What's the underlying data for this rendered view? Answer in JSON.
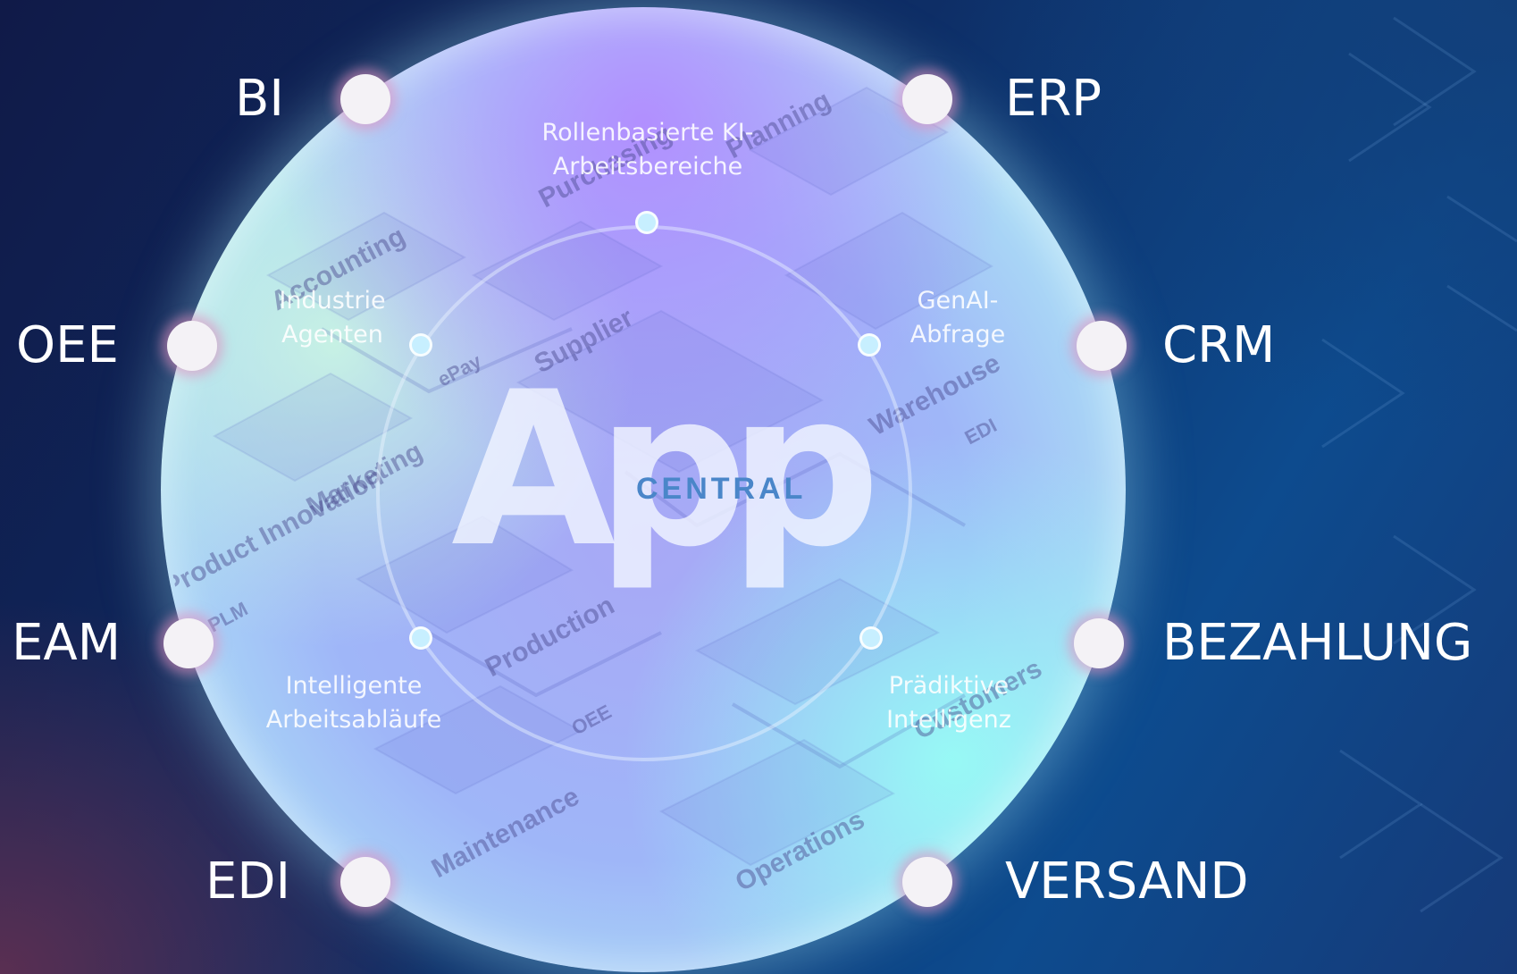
{
  "logo": {
    "main": "App",
    "sub": "CENTRAL"
  },
  "systems": {
    "bi": "BI",
    "erp": "ERP",
    "oee": "OEE",
    "crm": "CRM",
    "eam": "EAM",
    "bezahlung": "BEZAHLUNG",
    "edi": "EDI",
    "versand": "VERSAND"
  },
  "capabilities": {
    "top": {
      "line1": "Rollenbasierte KI-",
      "line2": "Arbeitsbereiche"
    },
    "left_upper": {
      "line1": "Industrie",
      "line2": "Agenten"
    },
    "right_upper": {
      "line1": "GenAI-",
      "line2": "Abfrage"
    },
    "left_lower": {
      "line1": "Intelligente",
      "line2": "Arbeitsabläufe"
    },
    "right_lower": {
      "line1": "Prädiktive",
      "line2": "Intelligenz"
    }
  },
  "background_map_labels": {
    "planning": "Planning",
    "purchasing": "Purchasing",
    "accounting": "Accounting",
    "supplier": "Supplier",
    "warehouse": "Warehouse",
    "marketing": "Marketing",
    "product_innovation": "Product Innovation",
    "production": "Production",
    "customers": "Customers",
    "maintenance": "Maintenance",
    "operations": "Operations",
    "epay": "ePay",
    "edi": "EDI",
    "plm": "PLM",
    "oee": "OEE"
  },
  "colors": {
    "dot_outer": "#f4f2f6",
    "dot_inner": "#c7efff",
    "logo_accent": "#4a86c9",
    "label_text": "#ffffff"
  }
}
